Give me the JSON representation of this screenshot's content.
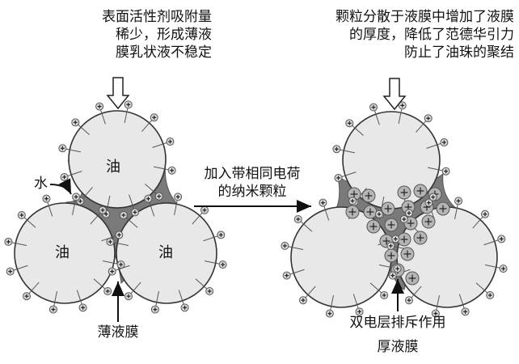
{
  "left_panel": {
    "caption_lines": [
      "表面活性剂吸附量",
      "稀少，形成薄液",
      "膜乳状液不稳定"
    ],
    "oil_labels": [
      "油",
      "油",
      "油"
    ],
    "water_label": "水",
    "film_label": "薄液膜"
  },
  "middle": {
    "process_lines": [
      "加入带相同电荷",
      "的纳米颗粒"
    ]
  },
  "right_panel": {
    "caption_lines": [
      "颗粒分散于液膜中增加了液膜",
      "的厚度，降低了范德华引力",
      "防止了油珠的聚结"
    ],
    "mechanism_label": "双电层排斥作用",
    "film_label": "厚液膜"
  },
  "colors": {
    "oil_fill": "#e8e8e8",
    "water_film": "#7a7a7a",
    "particle_fill": "#b5b5b5",
    "stroke": "#333333"
  },
  "icons": [
    "hollow-down-arrow-icon",
    "plus-charge-icon",
    "right-arrow-icon"
  ]
}
